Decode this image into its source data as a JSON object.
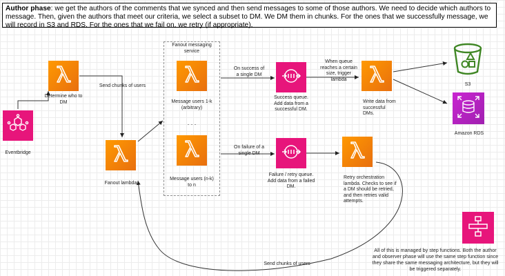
{
  "description": {
    "lead": "Author phase",
    "text": ": we get the authors of the comments that we synced and then send messages to some of those authors. We need to decide which authors to message. Then, given the authors that meet our criteria, we select a subset to DM. We DM them in chunks. For the ones that we successfully message, we will record in S3 and RDS. For the ones that we fail on, we retry (if appropriate)."
  },
  "nodes": {
    "determine_lambda": "Determine who to DM",
    "eventbridge": "Eventbridge",
    "fanout_lambda": "Fanout lambda",
    "fanout_service_title": "Fanout messaging service",
    "message_users_top": "Message users 1-k (arbitrary)",
    "ellipsis": ". . .",
    "message_users_bottom": "Message users (n-k) to n",
    "success_queue": "Success queue. Add data from a successful DM.",
    "failure_queue": "Failure / retry queue. Add data from a failed DM.",
    "write_lambda": "Write data from successful DMs.",
    "retry_lambda": "Retry orchestration lambda. Checks to see if a DM should be retried, and then retries valid attempts.",
    "s3": "S3",
    "rds": "Amazon RDS"
  },
  "edges": {
    "send_chunks_top": "Send chunks of users",
    "on_success": "On success of a single DM",
    "on_failure": "On failure of a single DM",
    "queue_trigger": "When queue reaches a certain size, trigger lambda",
    "send_chunks_bottom": "Send chunks of users"
  },
  "note": "All of this is managed by step functions. Both the author and observer phase will use the same step function since they share the same messaging architecture, but they will be triggered separately.",
  "colors": {
    "lambda": "#ff9900",
    "sqs": "#e7157b",
    "s3": "#3f8624",
    "rds": "#c925d1",
    "step_functions": "#e7157b"
  },
  "icons": {
    "lambda": "lambda-icon",
    "sqs": "sqs-queue-icon",
    "eventbridge": "eventbridge-icon",
    "s3": "s3-bucket-icon",
    "rds": "rds-database-icon",
    "step_functions": "step-functions-icon"
  }
}
